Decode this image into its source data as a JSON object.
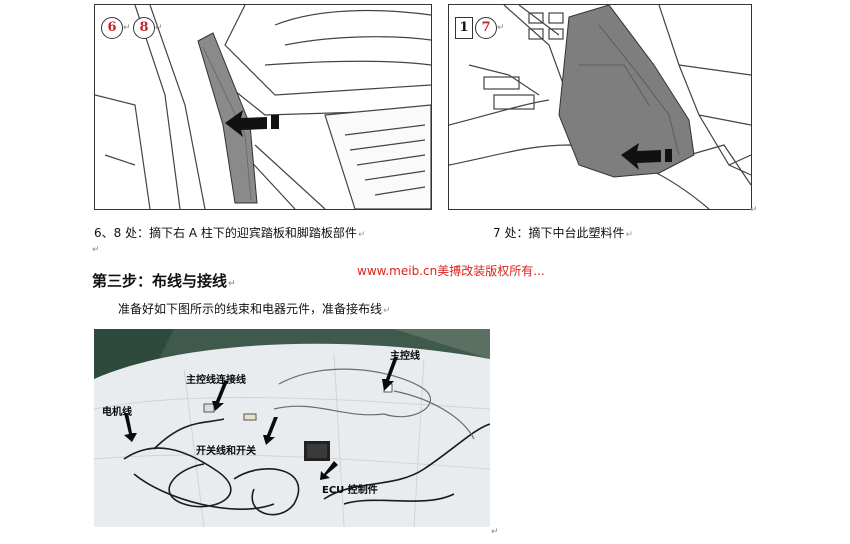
{
  "figure_left": {
    "markers": [
      "6",
      "8"
    ]
  },
  "figure_right": {
    "marker_box": "1",
    "markers": [
      "7"
    ]
  },
  "captions": {
    "left": "6、8 处：摘下右 A 柱下的迎宾踏板和脚踏板部件",
    "right": "7 处：摘下中台此塑料件"
  },
  "step_title": "第三步：布线与接线",
  "watermark": "www.meib.cn美搏改装版权所有...",
  "instruction": "准备好如下图所示的线束和电器元件，准备接布线",
  "photo_labels": {
    "main_harness": "主控线",
    "main_connector": "主控线连接线",
    "motor_wire": "电机线",
    "switch": "开关线和开关",
    "ecu": "ECU 控制件"
  },
  "paragraph_mark": "↵"
}
